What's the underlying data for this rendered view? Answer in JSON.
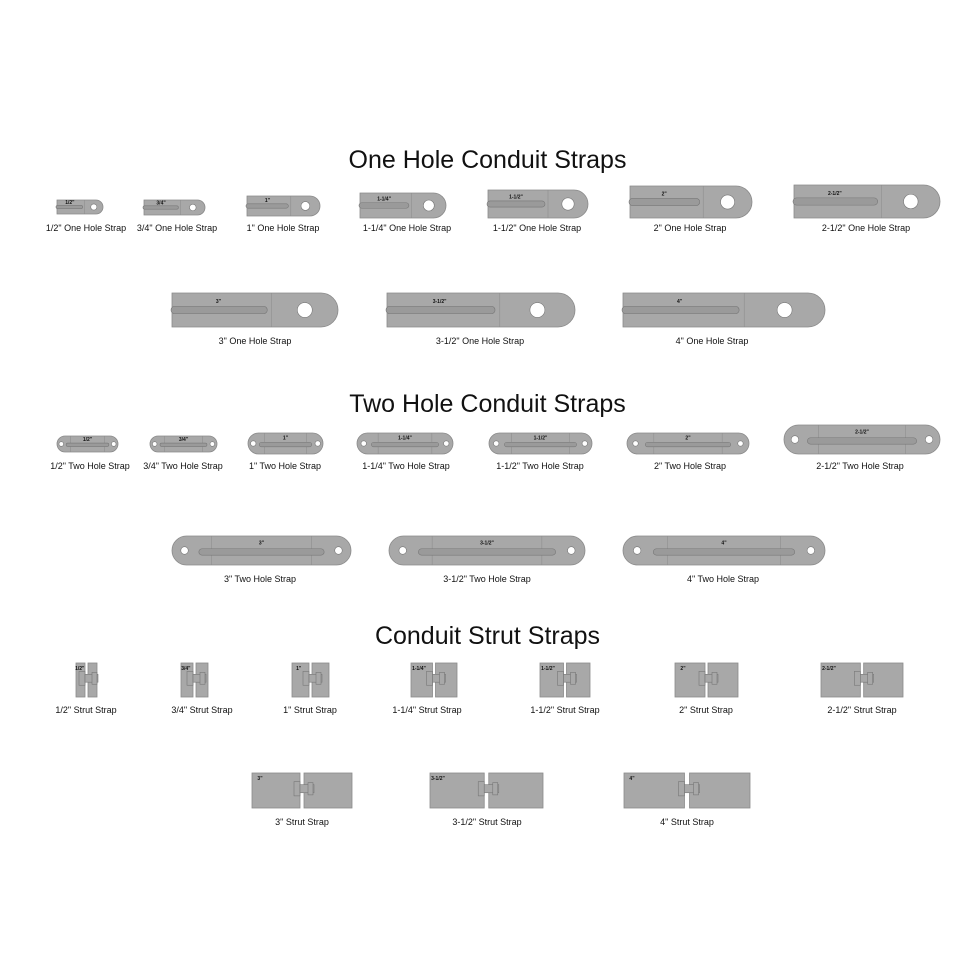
{
  "sections": [
    {
      "title": "One Hole Conduit Straps",
      "type": "one-hole",
      "items": [
        {
          "size": "1/2\"",
          "label": "1/2\" One Hole Strap"
        },
        {
          "size": "3/4\"",
          "label": "3/4\" One Hole Strap"
        },
        {
          "size": "1\"",
          "label": "1\" One Hole Strap"
        },
        {
          "size": "1-1/4\"",
          "label": "1-1/4\" One Hole Strap"
        },
        {
          "size": "1-1/2\"",
          "label": "1-1/2\" One Hole Strap"
        },
        {
          "size": "2\"",
          "label": "2\" One Hole Strap"
        },
        {
          "size": "2-1/2\"",
          "label": "2-1/2\" One Hole Strap"
        },
        {
          "size": "3\"",
          "label": "3\" One Hole Strap"
        },
        {
          "size": "3-1/2\"",
          "label": "3-1/2\" One Hole Strap"
        },
        {
          "size": "4\"",
          "label": "4\" One Hole Strap"
        }
      ]
    },
    {
      "title": "Two Hole Conduit Straps",
      "type": "two-hole",
      "items": [
        {
          "size": "1/2\"",
          "label": "1/2\" Two Hole Strap"
        },
        {
          "size": "3/4\"",
          "label": "3/4\" Two Hole Strap"
        },
        {
          "size": "1\"",
          "label": "1\" Two Hole Strap"
        },
        {
          "size": "1-1/4\"",
          "label": "1-1/4\" Two Hole Strap"
        },
        {
          "size": "1-1/2\"",
          "label": "1-1/2\" Two Hole Strap"
        },
        {
          "size": "2\"",
          "label": "2\" Two Hole Strap"
        },
        {
          "size": "2-1/2\"",
          "label": "2-1/2\" Two Hole Strap"
        },
        {
          "size": "3\"",
          "label": "3\" Two Hole Strap"
        },
        {
          "size": "3-1/2\"",
          "label": "3-1/2\" Two Hole Strap"
        },
        {
          "size": "4\"",
          "label": "4\" Two Hole Strap"
        }
      ]
    },
    {
      "title": "Conduit Strut Straps",
      "type": "strut",
      "items": [
        {
          "size": "1/2\"",
          "label": "1/2\" Strut Strap"
        },
        {
          "size": "3/4\"",
          "label": "3/4\" Strut Strap"
        },
        {
          "size": "1\"",
          "label": "1\" Strut Strap"
        },
        {
          "size": "1-1/4\"",
          "label": "1-1/4\" Strut Strap"
        },
        {
          "size": "1-1/2\"",
          "label": "1-1/2\" Strut Strap"
        },
        {
          "size": "2\"",
          "label": "2\" Strut Strap"
        },
        {
          "size": "2-1/2\"",
          "label": "2-1/2\" Strut Strap"
        },
        {
          "size": "3\"",
          "label": "3\" Strut Strap"
        },
        {
          "size": "3-1/2\"",
          "label": "3-1/2\" Strut Strap"
        },
        {
          "size": "4\"",
          "label": "4\" Strut Strap"
        }
      ]
    }
  ],
  "colors": {
    "metal": "#a8a8a8",
    "outline": "#8a8a8a",
    "slot": "#9a9a9a"
  }
}
